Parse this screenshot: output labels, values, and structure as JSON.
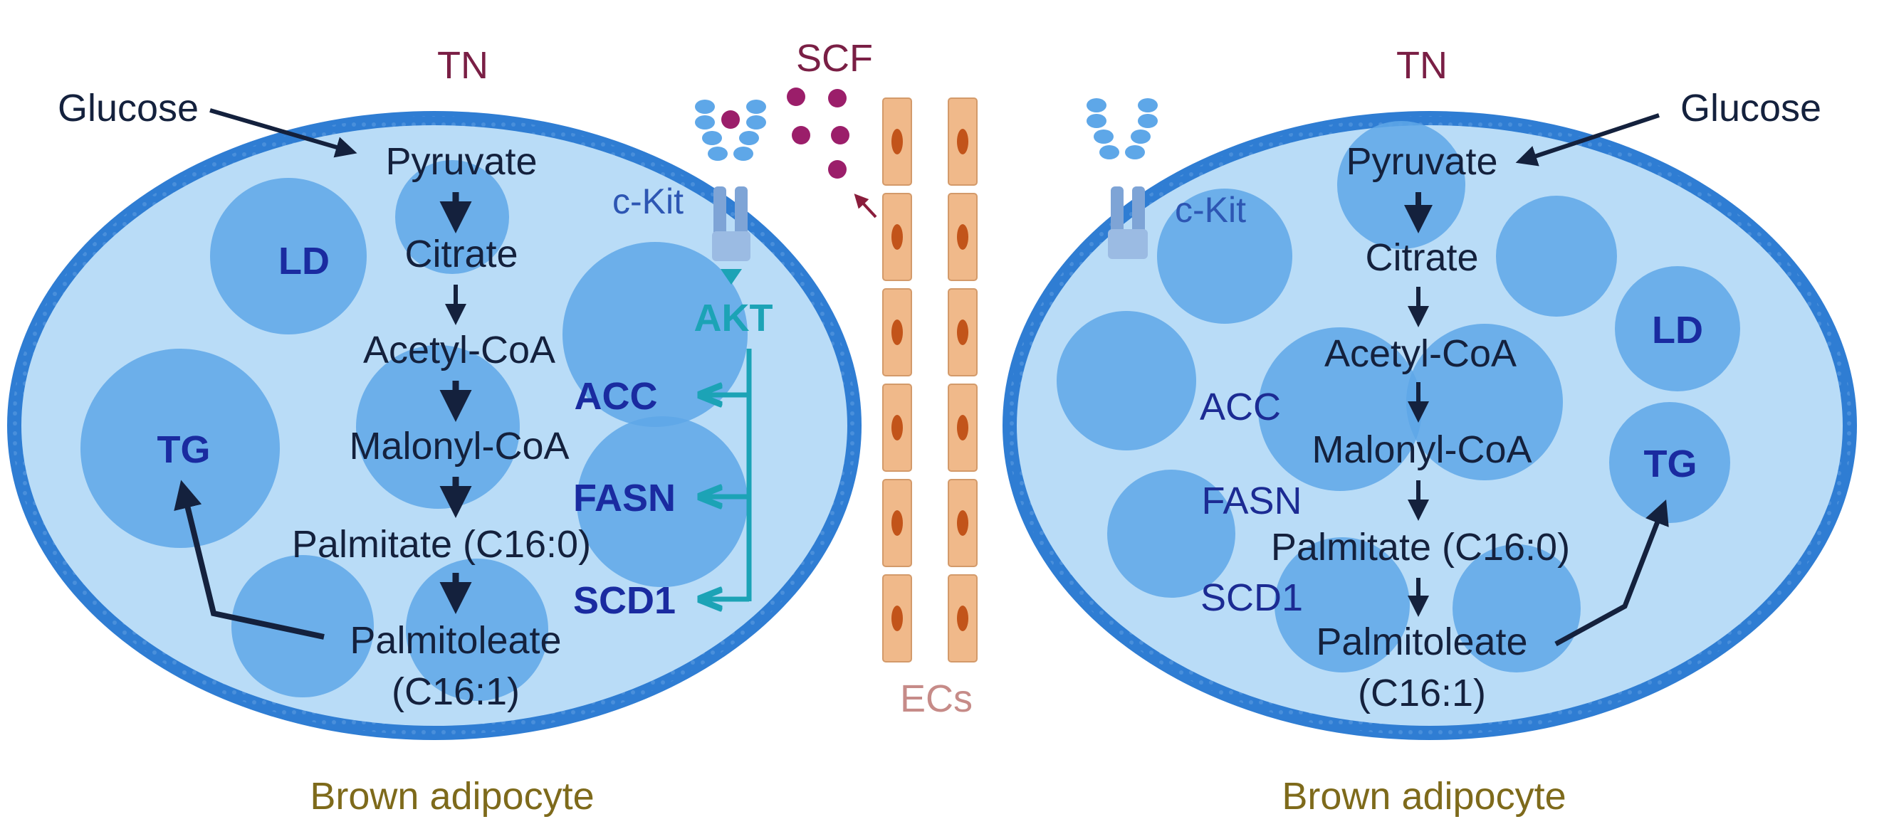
{
  "left_cell": {
    "tn": "TN",
    "glucose": "Glucose",
    "pathway": [
      "Pyruvate",
      "Citrate",
      "Acetyl-CoA",
      "Malonyl-CoA",
      "Palmitate (C16:0)",
      "Palmitoleate"
    ],
    "palmitoleate_code": "(C16:1)",
    "ld": "LD",
    "tg": "TG",
    "ckit": "c-Kit",
    "akt": "AKT",
    "enzymes": [
      "ACC",
      "FASN",
      "SCD1"
    ],
    "caption": "Brown adipocyte"
  },
  "right_cell": {
    "tn": "TN",
    "glucose": "Glucose",
    "pathway": [
      "Pyruvate",
      "Citrate",
      "Acetyl-CoA",
      "Malonyl-CoA",
      "Palmitate (C16:0)",
      "Palmitoleate"
    ],
    "palmitoleate_code": "(C16:1)",
    "ld": "LD",
    "tg": "TG",
    "ckit": "c-Kit",
    "enzymes": [
      "ACC",
      "FASN",
      "SCD1"
    ],
    "caption": "Brown adipocyte"
  },
  "middle": {
    "scf": "SCF",
    "ecs": "ECs"
  },
  "colors": {
    "cell_membrane": "#2f7dd3",
    "cytoplasm": "#b9dcf7",
    "lipid_droplet": "#5ea7e8",
    "akt_signal": "#1ca3b6",
    "scf_ligand": "#9b1e6a",
    "endothelial_cell": "#f0b98a"
  }
}
